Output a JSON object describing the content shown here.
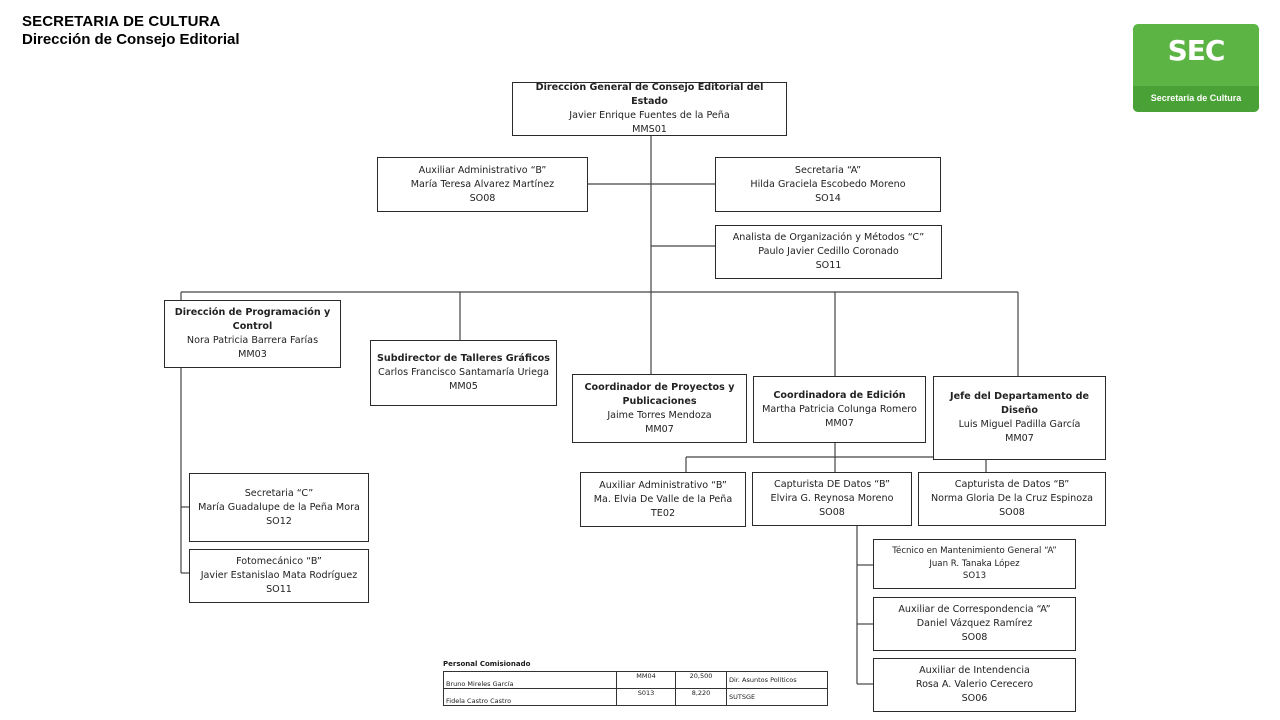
{
  "header": {
    "title": "SECRETARIA DE CULTURA",
    "subtitle": "Dirección de Consejo Editorial"
  },
  "logo": {
    "mark": "SEC",
    "caption": "Secretaría de Cultura",
    "color": "#5cb445"
  },
  "nodes": {
    "director": {
      "title": "Dirección General  de Consejo Editorial del Estado",
      "name": "Javier Enrique Fuentes de la Peña",
      "code": "MMS01"
    },
    "aux_admin_b": {
      "title": "Auxiliar Administrativo “B”",
      "name": "María Teresa Alvarez Martínez",
      "code": "SO08"
    },
    "secretaria_a": {
      "title": "Secretaria “A”",
      "name": "Hilda Graciela Escobedo Moreno",
      "code": "SO14"
    },
    "analista": {
      "title": "Analista de Organización y Métodos  “C”",
      "name": "Paulo Javier Cedillo Coronado",
      "code": "SO11"
    },
    "dir_programacion": {
      "title": "Dirección de Programación y Control",
      "name": "Nora Patricia Barrera Farías",
      "code": "MM03"
    },
    "subdirector_talleres": {
      "title": "Subdirector  de Talleres Gráficos",
      "name": "Carlos Francisco Santamaría Uriega",
      "code": "MM05"
    },
    "coord_proyectos": {
      "title": "Coordinador  de Proyectos y Publicaciones",
      "name": "Jaime Torres Mendoza",
      "code": "MM07"
    },
    "coord_edicion": {
      "title": "Coordinadora  de Edición",
      "name": "Martha Patricia Colunga Romero",
      "code": "MM07"
    },
    "jefe_diseno": {
      "title": "Jefe del Departamento de Diseño",
      "name": "Luis Miguel Padilla García",
      "code": "MM07"
    },
    "secretaria_c": {
      "title": "Secretaria “C”",
      "name": "María Guadalupe de la Peña Mora",
      "code": "SO12"
    },
    "fotomecanico": {
      "title": "Fotomecánico “B”",
      "name": "Javier Estanislao Mata Rodríguez",
      "code": "SO11"
    },
    "aux_admin_b2": {
      "title": "Auxiliar Administrativo “B”",
      "name": "Ma. Elvia De Valle de la Peña",
      "code": "TE02"
    },
    "capturista_de": {
      "title": "Capturista DE Datos “B”",
      "name": "Elvira G. Reynosa Moreno",
      "code": "SO08"
    },
    "capturista_datos": {
      "title": "Capturista de Datos “B”",
      "name": "Norma Gloria De la Cruz Espinoza",
      "code": "SO08"
    },
    "tecnico": {
      "title": "Técnico en Mantenimiento General  “A”",
      "name": "Juan R. Tanaka López",
      "code": "SO13"
    },
    "aux_correspondencia": {
      "title": "Auxiliar  de Correspondencia  “A”",
      "name": "Daniel Vázquez Ramírez",
      "code": "SO08"
    },
    "aux_intendencia": {
      "title": "Auxiliar de Intendencia",
      "name": "Rosa A. Valerio Cerecero",
      "code": "SO06"
    }
  },
  "comisionado": {
    "title": "Personal Comisionado",
    "rows": [
      {
        "name": "Bruno Mireles García",
        "code": "MM04",
        "amount": "20,500",
        "place": "Dir. Asuntos Políticos"
      },
      {
        "name": "Fidela Castro Castro",
        "code": "S013",
        "amount": "8,220",
        "place": "SUTSGE"
      }
    ]
  }
}
